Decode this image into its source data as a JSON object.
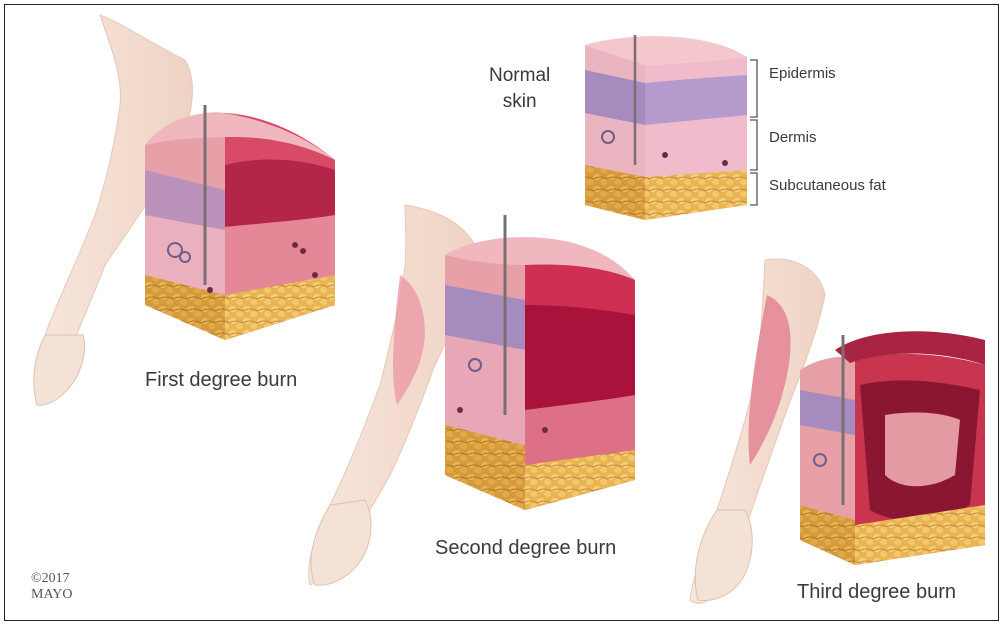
{
  "normal_skin": {
    "line1": "Normal",
    "line2": "skin"
  },
  "layers": {
    "epidermis": "Epidermis",
    "dermis": "Dermis",
    "subcutaneous_fat": "Subcutaneous fat"
  },
  "captions": {
    "first": "First degree burn",
    "second": "Second degree burn",
    "third": "Third degree burn"
  },
  "copyright": {
    "year": "©2017",
    "org": "MAYO"
  },
  "colors": {
    "epidermis": "#a68bbf",
    "dermis": "#e8a7b6",
    "fat": "#e7b24f",
    "burn_red": "#c52c4f",
    "skin_tone": "#f4dfd2"
  }
}
